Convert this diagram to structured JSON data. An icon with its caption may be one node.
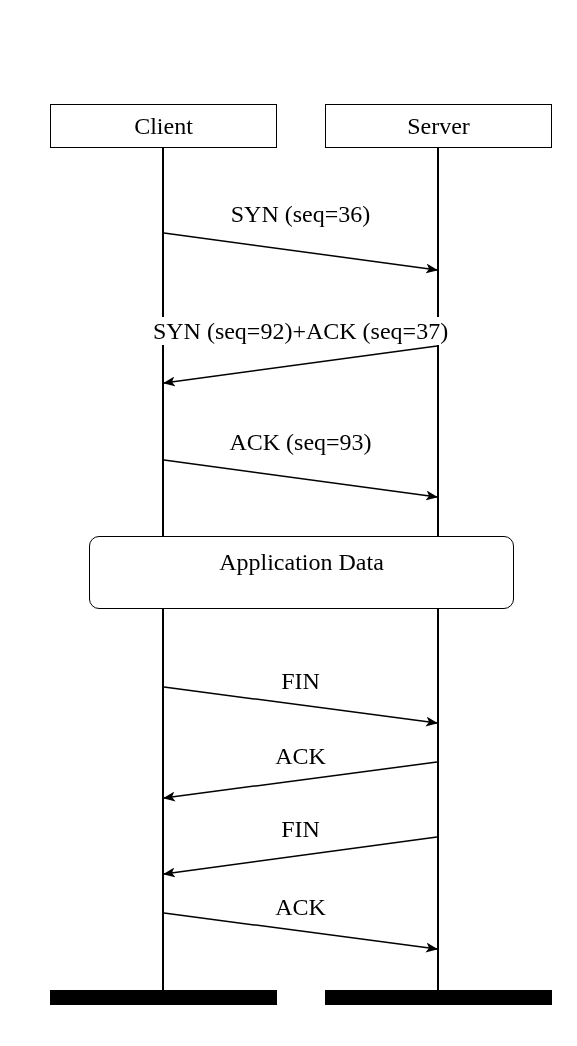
{
  "diagram": {
    "nodes": [
      {
        "text": [
          "Client"
        ]
      },
      {
        "text": [
          "Server"
        ]
      },
      {
        "text": [],
        "shape": "line"
      },
      {
        "text": [],
        "shape": "line"
      },
      {
        "text": [
          "Application Data"
        ]
      },
      {
        "text": [],
        "shape": "line"
      },
      {
        "text": [],
        "shape": "line"
      },
      {
        "text": [],
        "shape": "bar"
      },
      {
        "text": [],
        "shape": "bar"
      }
    ],
    "edges": [
      {
        "from": 2,
        "to": 3,
        "arrow": "to",
        "label": "SYN (seq=36)"
      },
      {
        "from": 3,
        "to": 2,
        "arrow": "to",
        "label": "SYN (seq=92)+ACK (seq=37)"
      },
      {
        "from": 2,
        "to": 3,
        "arrow": "to",
        "label": "ACK (seq=93)"
      },
      {
        "from": 5,
        "to": 6,
        "arrow": "to",
        "label": "FIN"
      },
      {
        "from": 6,
        "to": 5,
        "arrow": "to",
        "label": "ACK"
      },
      {
        "from": 6,
        "to": 5,
        "arrow": "to",
        "label": "FIN"
      },
      {
        "from": 5,
        "to": 6,
        "arrow": "to",
        "label": "ACK"
      }
    ]
  }
}
